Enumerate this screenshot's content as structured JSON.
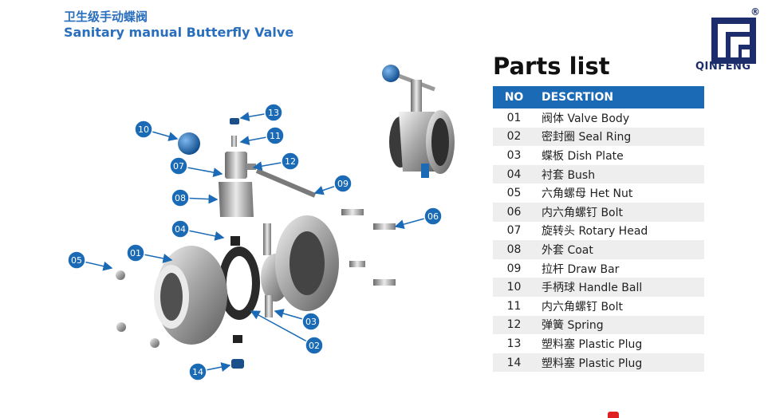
{
  "header": {
    "title_cn": "卫生级手动蝶阀",
    "title_en": "Sanitary manual  Butterfly Valve"
  },
  "logo": {
    "text": "QINFENG",
    "registered": "®",
    "color": "#1d2d6b"
  },
  "parts": {
    "title": "Parts list",
    "col_no": "NO",
    "col_desc": "DESCRTION",
    "header_color": "#1a6ab5",
    "rows": [
      {
        "no": "01",
        "desc": "阀体 Valve Body"
      },
      {
        "no": "02",
        "desc": "密封圈 Seal Ring"
      },
      {
        "no": "03",
        "desc": "蝶板 Dish Plate"
      },
      {
        "no": "04",
        "desc": "衬套 Bush"
      },
      {
        "no": "05",
        "desc": "六角螺母 Het Nut"
      },
      {
        "no": "06",
        "desc": "内六角螺钉 Bolt"
      },
      {
        "no": "07",
        "desc": "旋转头 Rotary Head"
      },
      {
        "no": "08",
        "desc": "外套 Coat"
      },
      {
        "no": "09",
        "desc": "拉杆 Draw Bar"
      },
      {
        "no": "10",
        "desc": "手柄球 Handle Ball"
      },
      {
        "no": "11",
        "desc": "内六角螺钉 Bolt"
      },
      {
        "no": "12",
        "desc": "弹簧 Spring"
      },
      {
        "no": "13",
        "desc": "塑料塞 Plastic Plug"
      },
      {
        "no": "14",
        "desc": "塑料塞 Plastic Plug"
      }
    ]
  },
  "diagram": {
    "badge_color": "#1a6ab5",
    "callouts": [
      "01",
      "02",
      "03",
      "04",
      "05",
      "06",
      "07",
      "08",
      "09",
      "10",
      "11",
      "12",
      "13",
      "14"
    ]
  }
}
